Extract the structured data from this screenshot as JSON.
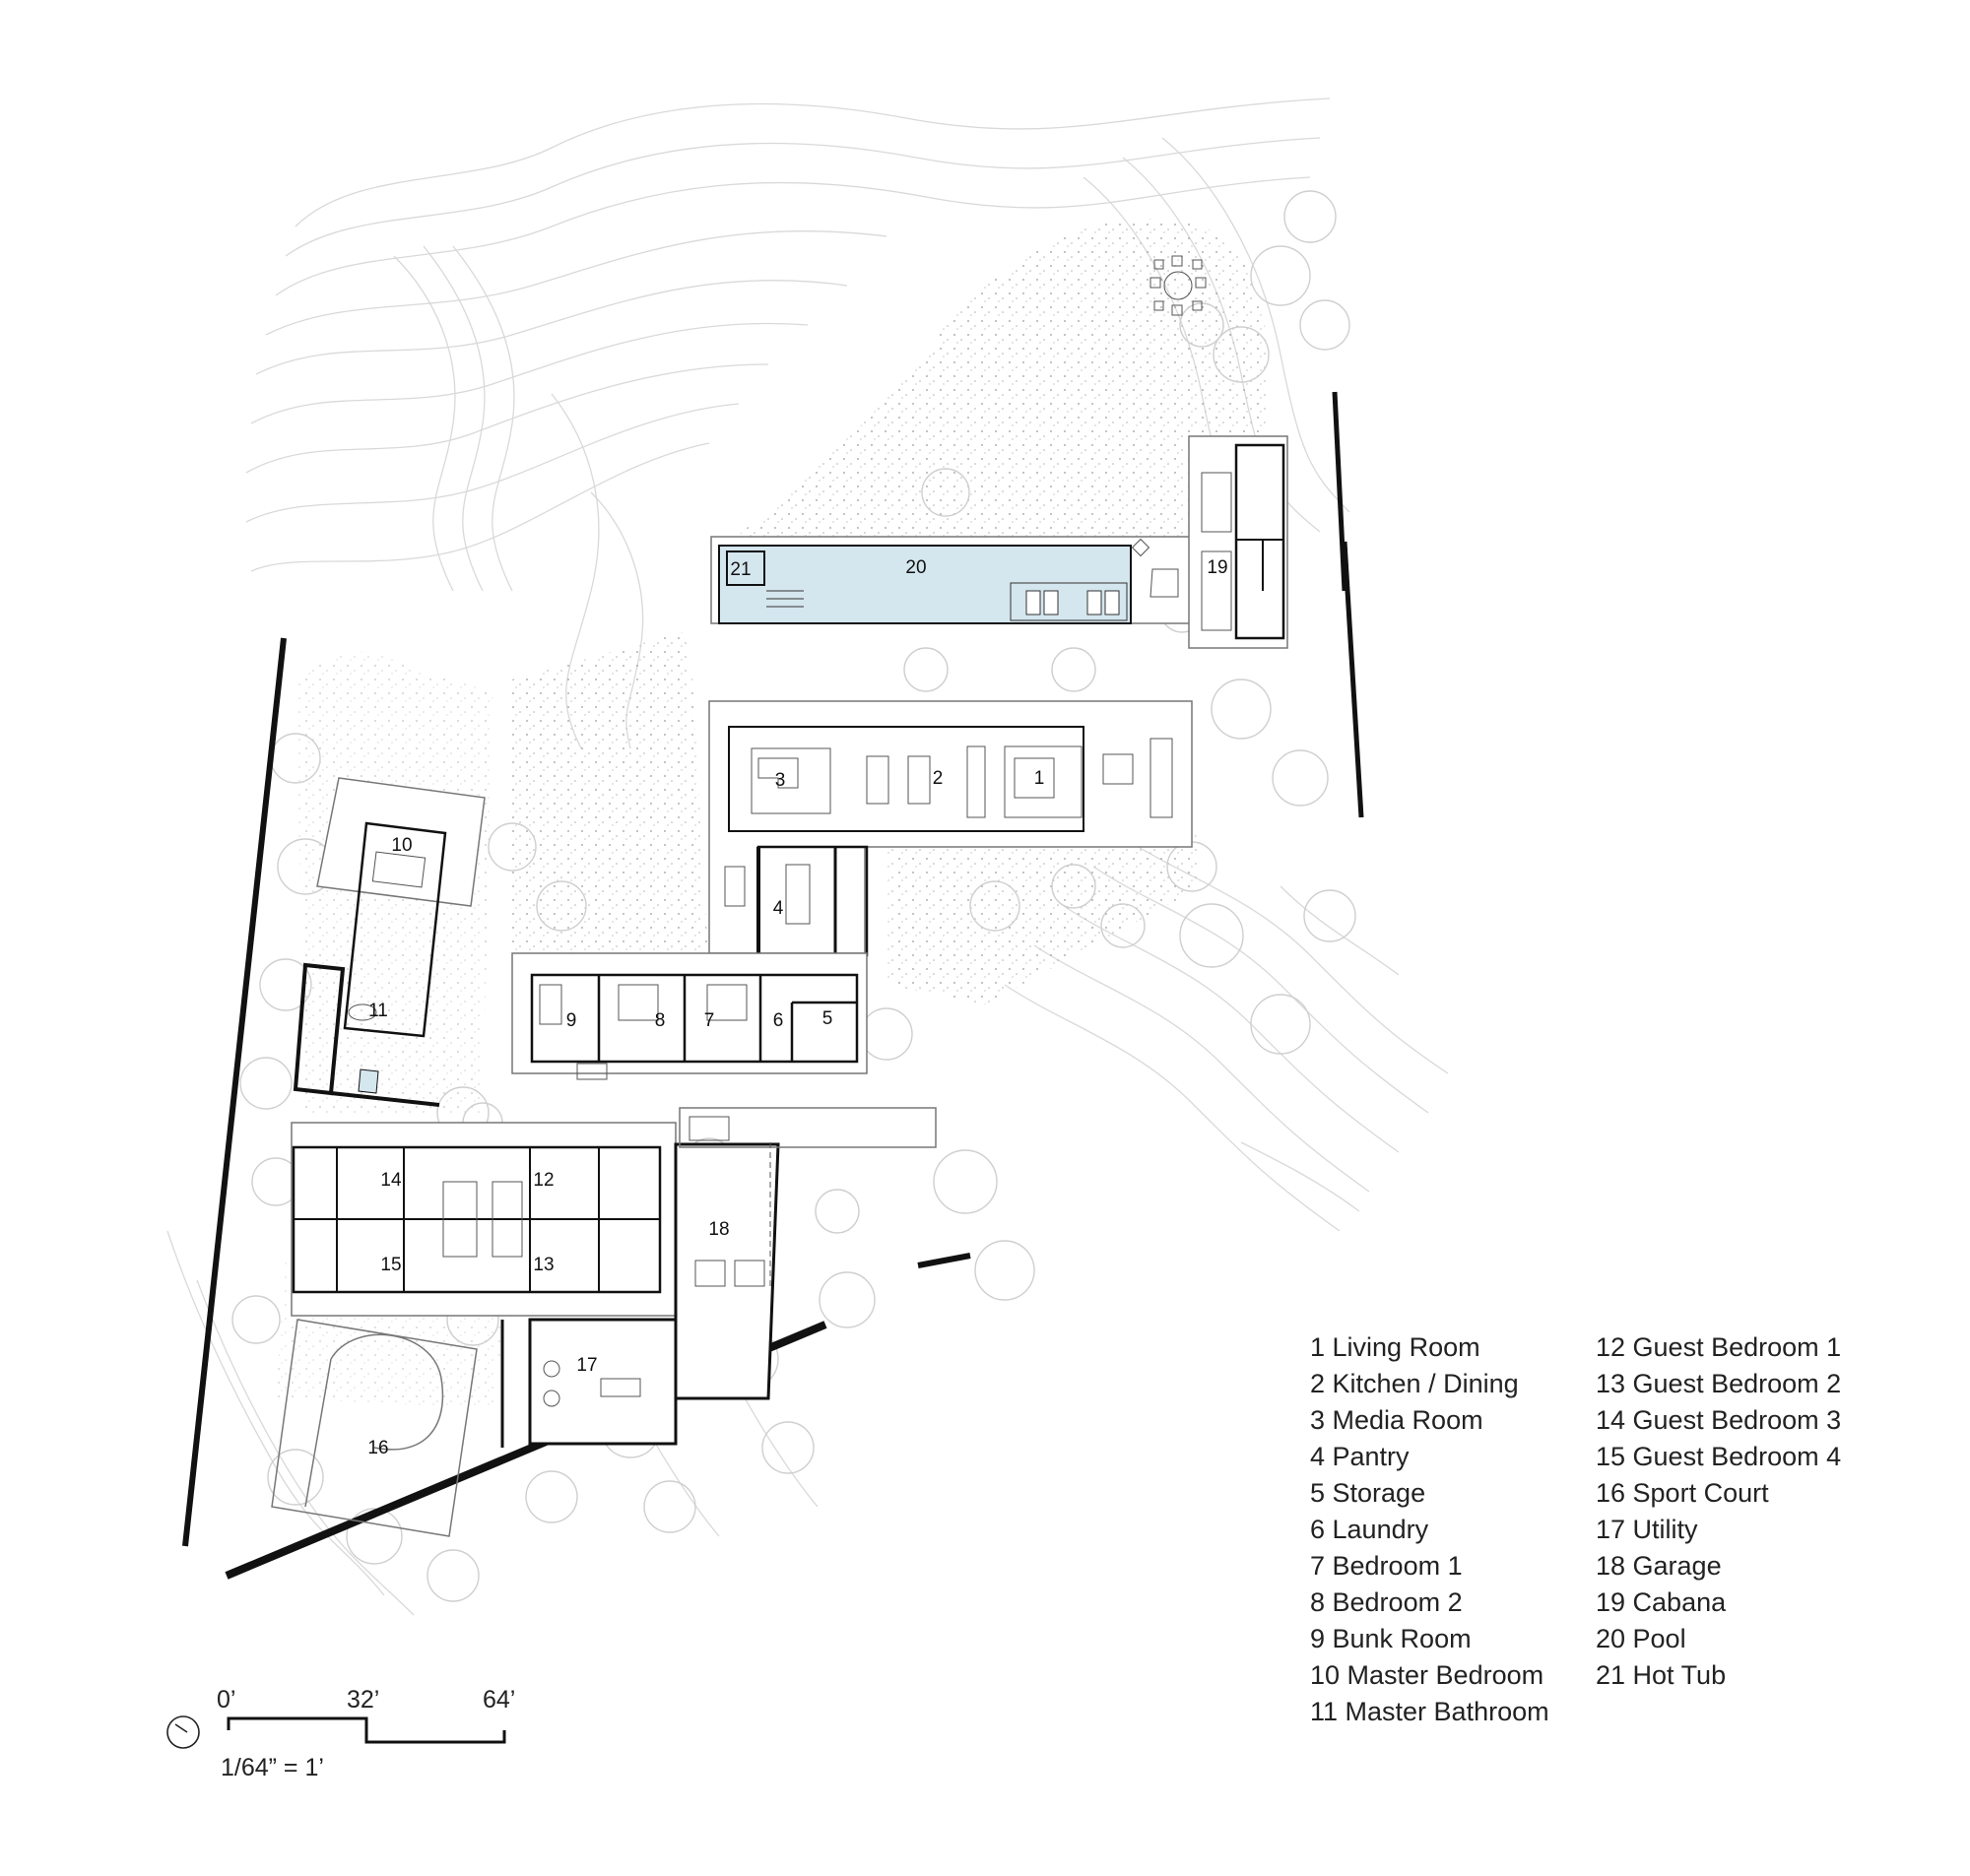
{
  "plan": {
    "room_numbers": [
      "1",
      "2",
      "3",
      "4",
      "5",
      "6",
      "7",
      "8",
      "9",
      "10",
      "11",
      "12",
      "13",
      "14",
      "15",
      "16",
      "17",
      "18",
      "19",
      "20",
      "21"
    ]
  },
  "legend": {
    "col1": [
      "1 Living Room",
      "2 Kitchen / Dining",
      "3 Media Room",
      "4 Pantry",
      "5 Storage",
      "6 Laundry",
      "7 Bedroom 1",
      "8 Bedroom 2",
      "9 Bunk Room",
      "10 Master Bedroom",
      "11 Master Bathroom"
    ],
    "col2": [
      "12 Guest Bedroom 1",
      "13 Guest Bedroom 2",
      "14 Guest Bedroom 3",
      "15 Guest Bedroom 4",
      "16 Sport Court",
      "17 Utility",
      "18 Garage",
      "19 Cabana",
      "20 Pool",
      "21 Hot Tub"
    ]
  },
  "scale": {
    "tick_labels": [
      "0’",
      "32’",
      "64’"
    ],
    "ratio": "1/64” = 1’"
  },
  "colors": {
    "pool_water": "#d4e6ee",
    "walls": "#111111",
    "contours": "#d9d9d9",
    "vegetation": "#cfcfcf"
  }
}
